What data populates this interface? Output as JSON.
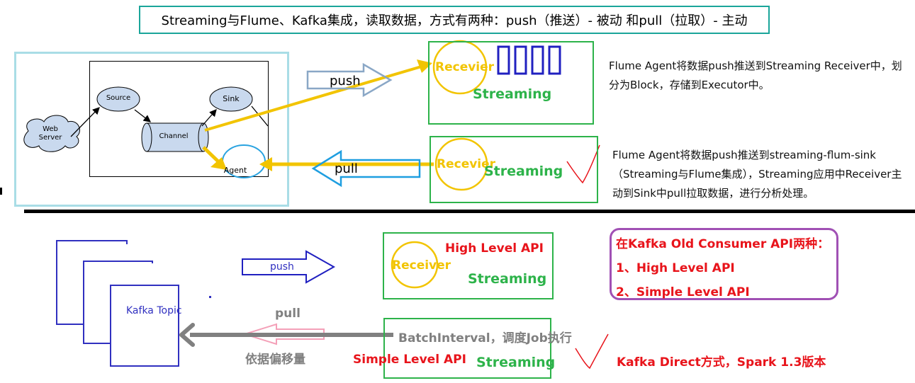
{
  "title": "Streaming与Flume、Kafka集成，读取数据，方式有两种：push（推送）- 被动   和pull（拉取）- 主动",
  "flume_diagram": {
    "web_server": "Web\nServer",
    "source": "Source",
    "channel": "Channel",
    "sink": "Sink",
    "agent": "Agent"
  },
  "top_push": {
    "arrow_label": "push",
    "receiver_label": "Recevier",
    "streaming_label": "Streaming",
    "description": "Flume Agent将数据push推送到Streaming Receiver中，划分为Block，存储到Executor中。"
  },
  "top_pull": {
    "arrow_label": "pull",
    "receiver_label": "Recevier",
    "streaming_label": "Streaming",
    "description": "Flume Agent将数据push推送到streaming-flum-sink（Streaming与Flume集成），Streaming应用中Receiver主动到Sink中pull拉取数据，进行分析处理。"
  },
  "kafka": {
    "topic_label": "Kafka Topic",
    "push_label": "push",
    "pull_label": "pull",
    "offset_label": "依据偏移量",
    "high_level_api": "High Level API",
    "receiver_label": "Receiver",
    "streaming_label_1": "Streaming",
    "batch_interval": "BatchInterval，调度Job执行",
    "simple_level_api": "Simple Level API",
    "streaming_label_2": "Streaming",
    "direct_note": "Kafka Direct方式，Spark 1.3版本"
  },
  "consumer_api_box": {
    "heading": "在Kafka Old Consumer API两种：",
    "item1": "1、High Level API",
    "item2": "2、Simple Level API"
  },
  "colors": {
    "green": "#2db34a",
    "yellow": "#f2c400",
    "red": "#e8141b",
    "purple": "#a050b4",
    "navy_blue": "#2020c0",
    "teal": "#1aa59a"
  }
}
